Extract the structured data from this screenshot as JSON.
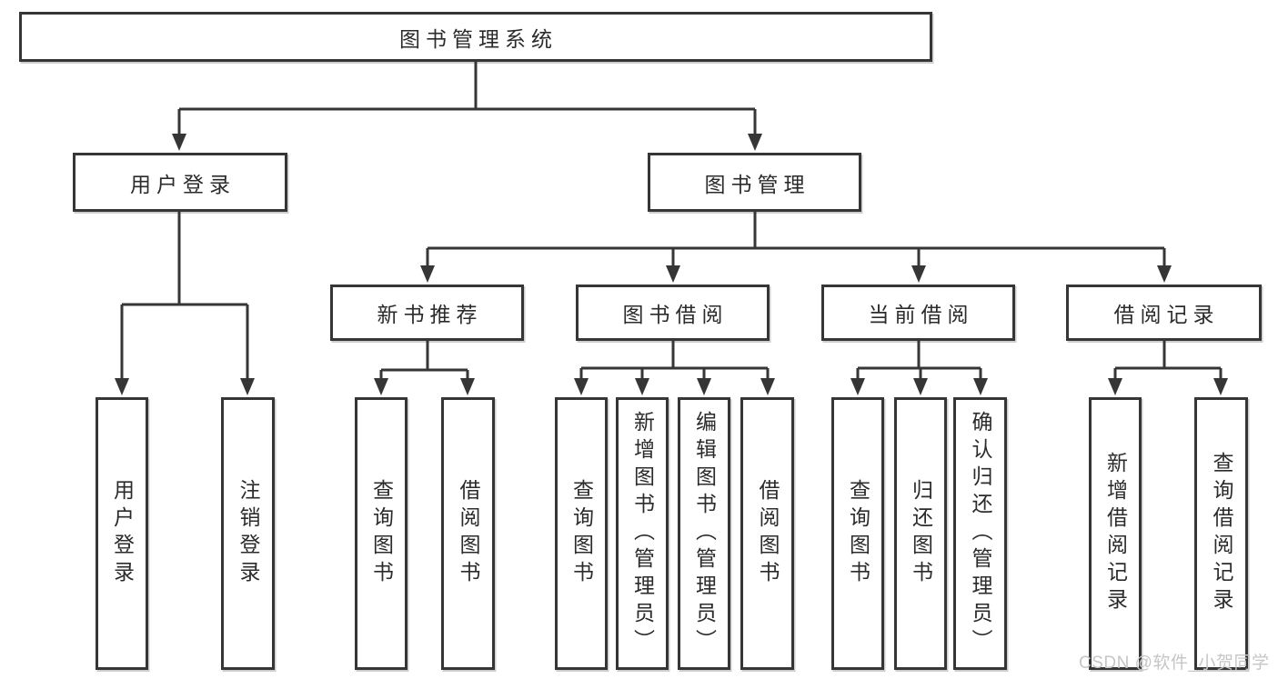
{
  "tree": {
    "label": "图书管理系统",
    "children": [
      {
        "label": "用户登录",
        "children": [
          {
            "label": "用户登录"
          },
          {
            "label": "注销登录"
          }
        ]
      },
      {
        "label": "图书管理",
        "children": [
          {
            "label": "新书推荐",
            "children": [
              {
                "label": "查询图书"
              },
              {
                "label": "借阅图书"
              }
            ]
          },
          {
            "label": "图书借阅",
            "children": [
              {
                "label": "查询图书"
              },
              {
                "label": "新增图书（管理员）"
              },
              {
                "label": "编辑图书（管理员）"
              },
              {
                "label": "借阅图书"
              }
            ]
          },
          {
            "label": "当前借阅",
            "children": [
              {
                "label": "查询图书"
              },
              {
                "label": "归还图书"
              },
              {
                "label": "确认归还（管理员）"
              }
            ]
          },
          {
            "label": "借阅记录",
            "children": [
              {
                "label": "新增借阅记录"
              },
              {
                "label": "查询借阅记录"
              }
            ]
          }
        ]
      }
    ]
  },
  "watermark": {
    "text": "CSDN @软件_小贺同学"
  },
  "colors": {
    "line": "#363636",
    "box_border": "#363636",
    "text": "#2b2b2b",
    "watermark": "#c6c6c6",
    "background": "#ffffff"
  }
}
